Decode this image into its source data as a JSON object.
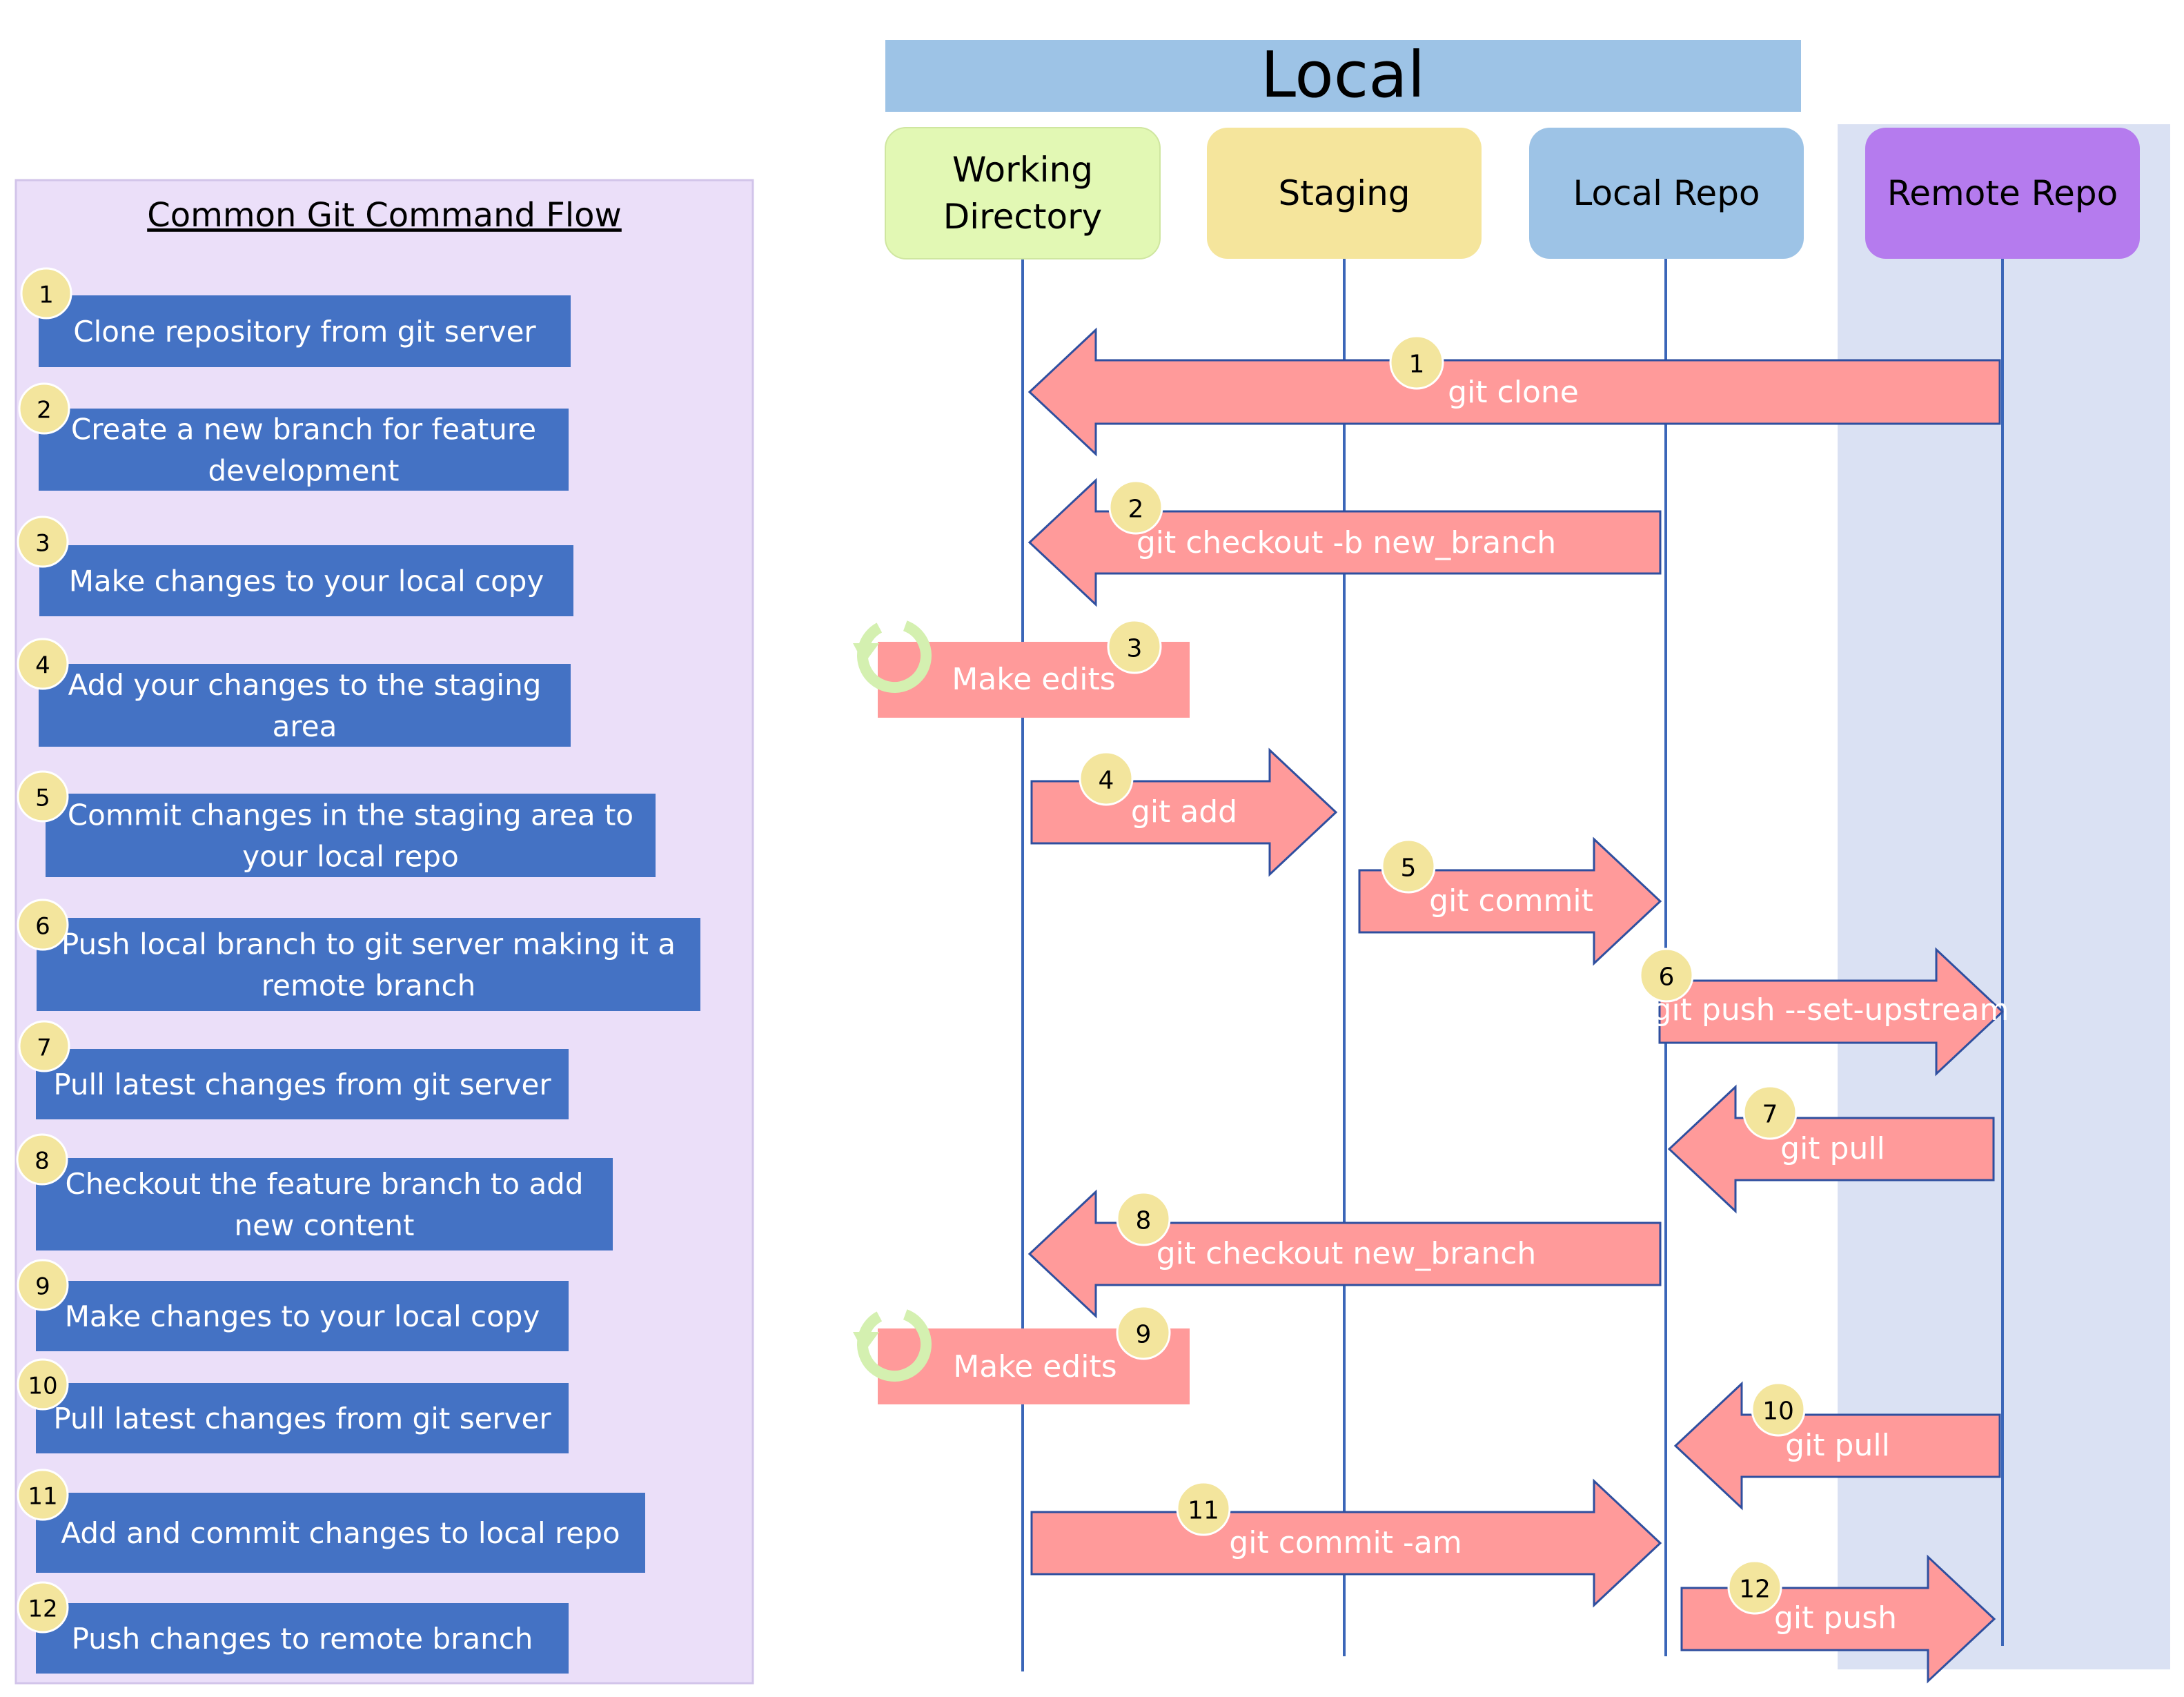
{
  "colors": {
    "steps_panel_bg": "#ebdff9",
    "step_box": "#4472c4",
    "badge": "#f3e59d",
    "arrow_fill": "#ff9a9a",
    "arrow_stroke": "#2f4f9f",
    "lifeline": "#3b66b8",
    "local_header": "#9dc3e6",
    "working_directory": "#e2f8b4",
    "staging": "#f5e59c",
    "local_repo": "#9dc3e6",
    "remote_repo": "#b57bee",
    "remote_panel_bg": "#dae1f3",
    "cycle_icon": "#d4f0b0"
  },
  "panel": {
    "title": "Common Git Command Flow",
    "steps": [
      {
        "badge": "1",
        "lines": [
          "Clone repository from git server"
        ]
      },
      {
        "badge": "2",
        "lines": [
          "Create a new branch for feature",
          "development"
        ]
      },
      {
        "badge": "3",
        "lines": [
          "Make changes to your local copy"
        ]
      },
      {
        "badge": "4",
        "lines": [
          "Add your changes to the staging",
          "area"
        ]
      },
      {
        "badge": "5",
        "lines": [
          "Commit changes in the staging area to",
          "your local repo"
        ]
      },
      {
        "badge": "6",
        "lines": [
          "Push local branch to git server making it a",
          "remote branch"
        ]
      },
      {
        "badge": "7",
        "lines": [
          "Pull latest changes from git server"
        ]
      },
      {
        "badge": "8",
        "lines": [
          "Checkout the feature branch to add",
          "new content"
        ]
      },
      {
        "badge": "9",
        "lines": [
          "Make changes to your local copy"
        ]
      },
      {
        "badge": "10",
        "lines": [
          "Pull latest changes from git server"
        ]
      },
      {
        "badge": "11",
        "lines": [
          "Add and commit changes to local repo"
        ]
      },
      {
        "badge": "12",
        "lines": [
          "Push changes to remote branch"
        ]
      }
    ]
  },
  "header": {
    "title": "Local"
  },
  "lanes": [
    {
      "key": "working_directory",
      "lines": [
        "Working",
        "Directory"
      ]
    },
    {
      "key": "staging",
      "lines": [
        "Staging"
      ]
    },
    {
      "key": "local_repo",
      "lines": [
        "Local Repo"
      ]
    },
    {
      "key": "remote_repo",
      "lines": [
        "Remote Repo"
      ]
    }
  ],
  "flow": [
    {
      "badge": "1",
      "label": "git clone",
      "from": "remote_repo",
      "to": "working_directory"
    },
    {
      "badge": "2",
      "label": "git checkout -b new_branch",
      "from": "local_repo",
      "to": "working_directory"
    },
    {
      "badge": "3",
      "label": "Make edits",
      "at": "working_directory",
      "kind": "self"
    },
    {
      "badge": "4",
      "label": "git add",
      "from": "working_directory",
      "to": "staging"
    },
    {
      "badge": "5",
      "label": "git commit",
      "from": "staging",
      "to": "local_repo"
    },
    {
      "badge": "6",
      "label": "git push --set-upstream",
      "from": "local_repo",
      "to": "remote_repo"
    },
    {
      "badge": "7",
      "label": "git pull",
      "from": "remote_repo",
      "to": "local_repo"
    },
    {
      "badge": "8",
      "label": "git checkout new_branch",
      "from": "local_repo",
      "to": "working_directory"
    },
    {
      "badge": "9",
      "label": "Make edits",
      "at": "working_directory",
      "kind": "self"
    },
    {
      "badge": "10",
      "label": "git pull",
      "from": "remote_repo",
      "to": "local_repo"
    },
    {
      "badge": "11",
      "label": "git commit -am",
      "from": "working_directory",
      "to": "local_repo"
    },
    {
      "badge": "12",
      "label": "git push",
      "from": "local_repo",
      "to": "remote_repo"
    }
  ]
}
